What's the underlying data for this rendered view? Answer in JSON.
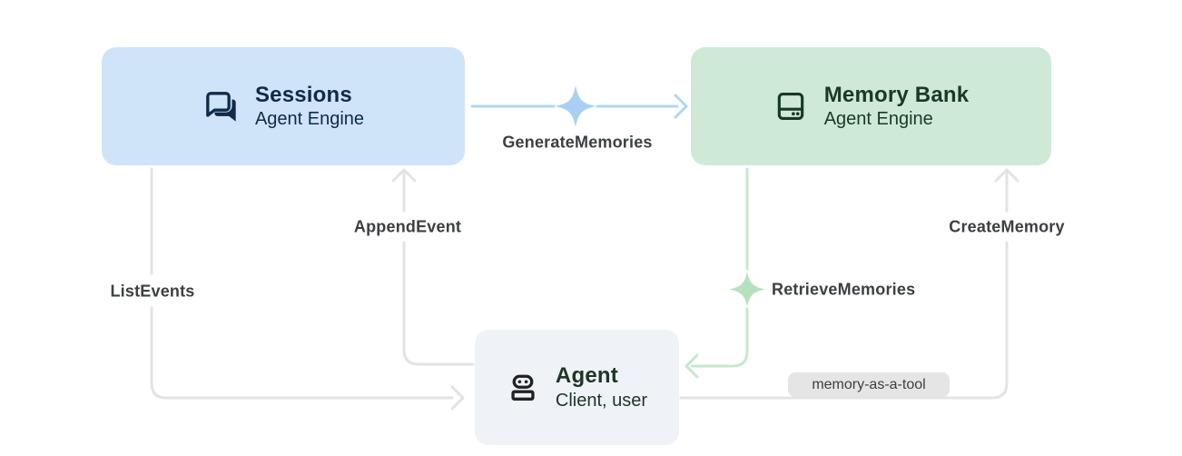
{
  "diagram": {
    "nodes": {
      "sessions": {
        "title": "Sessions",
        "subtitle": "Agent Engine",
        "icon": "chat-forum-icon",
        "fill": "#cfe4f9",
        "text_color": "#0e2c47"
      },
      "memory_bank": {
        "title": "Memory Bank",
        "subtitle": "Agent Engine",
        "icon": "storage-icon",
        "fill": "#ceead6",
        "text_color": "#183a25"
      },
      "agent": {
        "title": "Agent",
        "subtitle": "Client, user",
        "icon": "robot-icon",
        "fill": "#eff2f6",
        "text_color": "#1d3526"
      }
    },
    "edges": {
      "generate_memories": {
        "label": "GenerateMemories",
        "from": "Sessions",
        "to": "Memory Bank",
        "color": "#b2d6f4",
        "sparkle": true
      },
      "append_event": {
        "label": "AppendEvent",
        "from": "Agent",
        "to": "Sessions",
        "color": "#e3e3e3",
        "sparkle": false
      },
      "list_events": {
        "label": "ListEvents",
        "from": "Sessions",
        "to": "Agent",
        "color": "#e3e3e3",
        "sparkle": false
      },
      "retrieve_memories": {
        "label": "RetrieveMemories",
        "from": "Memory Bank",
        "to": "Agent",
        "color": "#c6e8cd",
        "sparkle": true
      },
      "create_memory": {
        "label": "CreateMemory",
        "from": "Agent",
        "to": "Memory Bank",
        "color": "#e3e3e3",
        "sparkle": false
      }
    },
    "badge": {
      "label": "memory-as-a-tool",
      "fill": "#e5e5e5"
    },
    "colors": {
      "background": "#ffffff",
      "edge_label_text": "#3c4043",
      "blue_sparkle": "#a9d0f2",
      "green_sparkle": "#b6e1bf",
      "agent_icon": "#202124"
    }
  }
}
